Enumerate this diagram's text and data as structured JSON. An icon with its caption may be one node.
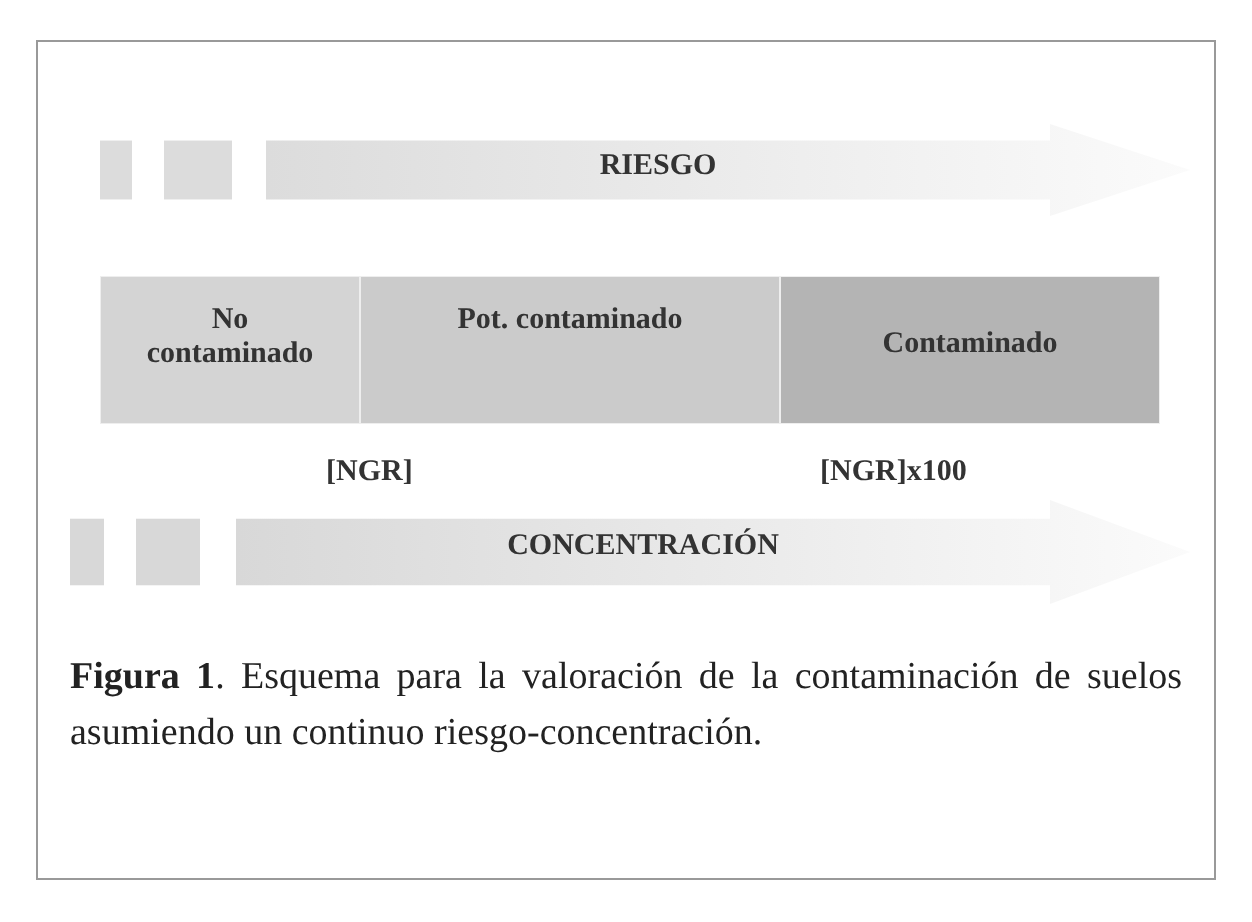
{
  "diagram": {
    "caption": "**Figura 1**. Esquema para la valoración de la contaminación de suelos asumiendo un continuo riesgo-concentración.",
    "nodes": [
      {
        "text": [
          "RIESGO"
        ]
      },
      {
        "text": [
          "No contaminado"
        ]
      },
      {
        "text": [
          "Pot. contaminado"
        ]
      },
      {
        "text": [
          "Contaminado"
        ]
      },
      {
        "text": [
          "CONCENTRACIÓN"
        ]
      }
    ],
    "labels": [
      "[NGR]",
      "[NGR]x100"
    ]
  }
}
